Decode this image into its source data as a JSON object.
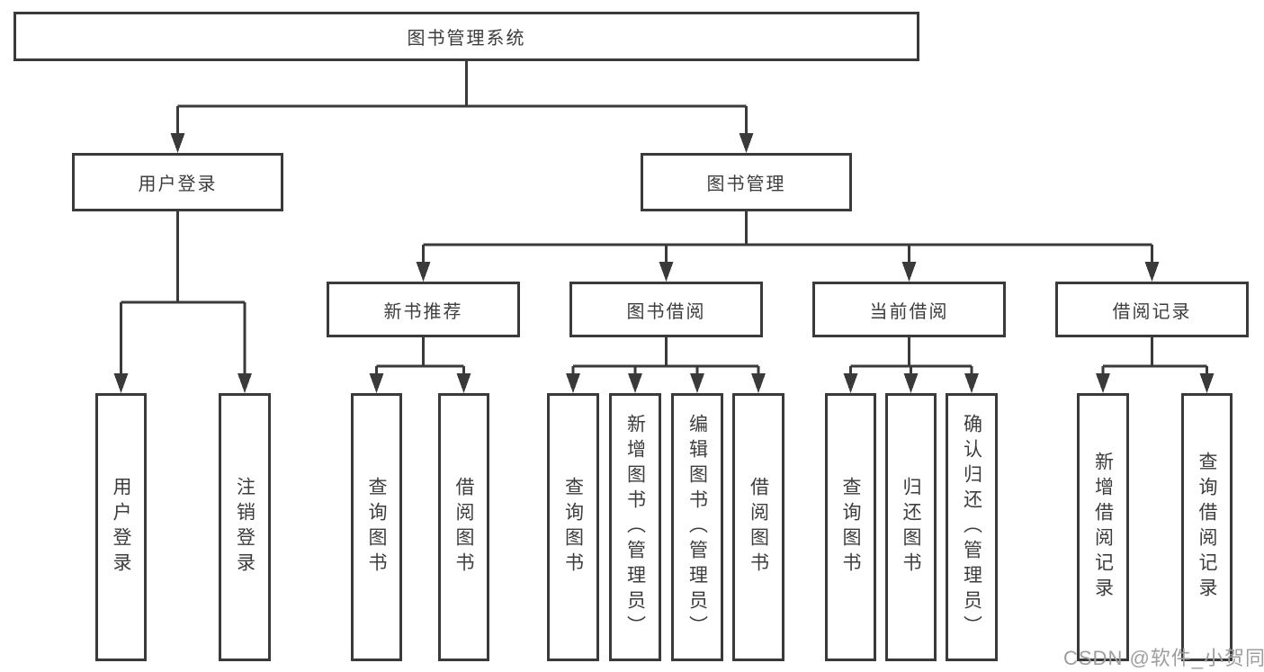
{
  "diagram": {
    "root": "图书管理系统",
    "branches": [
      {
        "label": "用户登录",
        "leaves": [
          "用户登录",
          "注销登录"
        ]
      },
      {
        "label": "图书管理",
        "groups": [
          {
            "label": "新书推荐",
            "leaves": [
              "查询图书",
              "借阅图书"
            ]
          },
          {
            "label": "图书借阅",
            "leaves": [
              "查询图书",
              "新增图书（管理员）",
              "编辑图书（管理员）",
              "借阅图书"
            ]
          },
          {
            "label": "当前借阅",
            "leaves": [
              "查询图书",
              "归还图书",
              "确认归还（管理员）"
            ]
          },
          {
            "label": "借阅记录",
            "leaves": [
              "新增借阅记录",
              "查询借阅记录"
            ]
          }
        ]
      }
    ]
  },
  "watermark": {
    "text": "CSDN @软件_小贺同学"
  },
  "colors": {
    "line": "#3a3a3a",
    "border": "#3a3a3a",
    "text": "#3d3d3d",
    "watermark": "#9e9e9e",
    "background": "#ffffff"
  }
}
